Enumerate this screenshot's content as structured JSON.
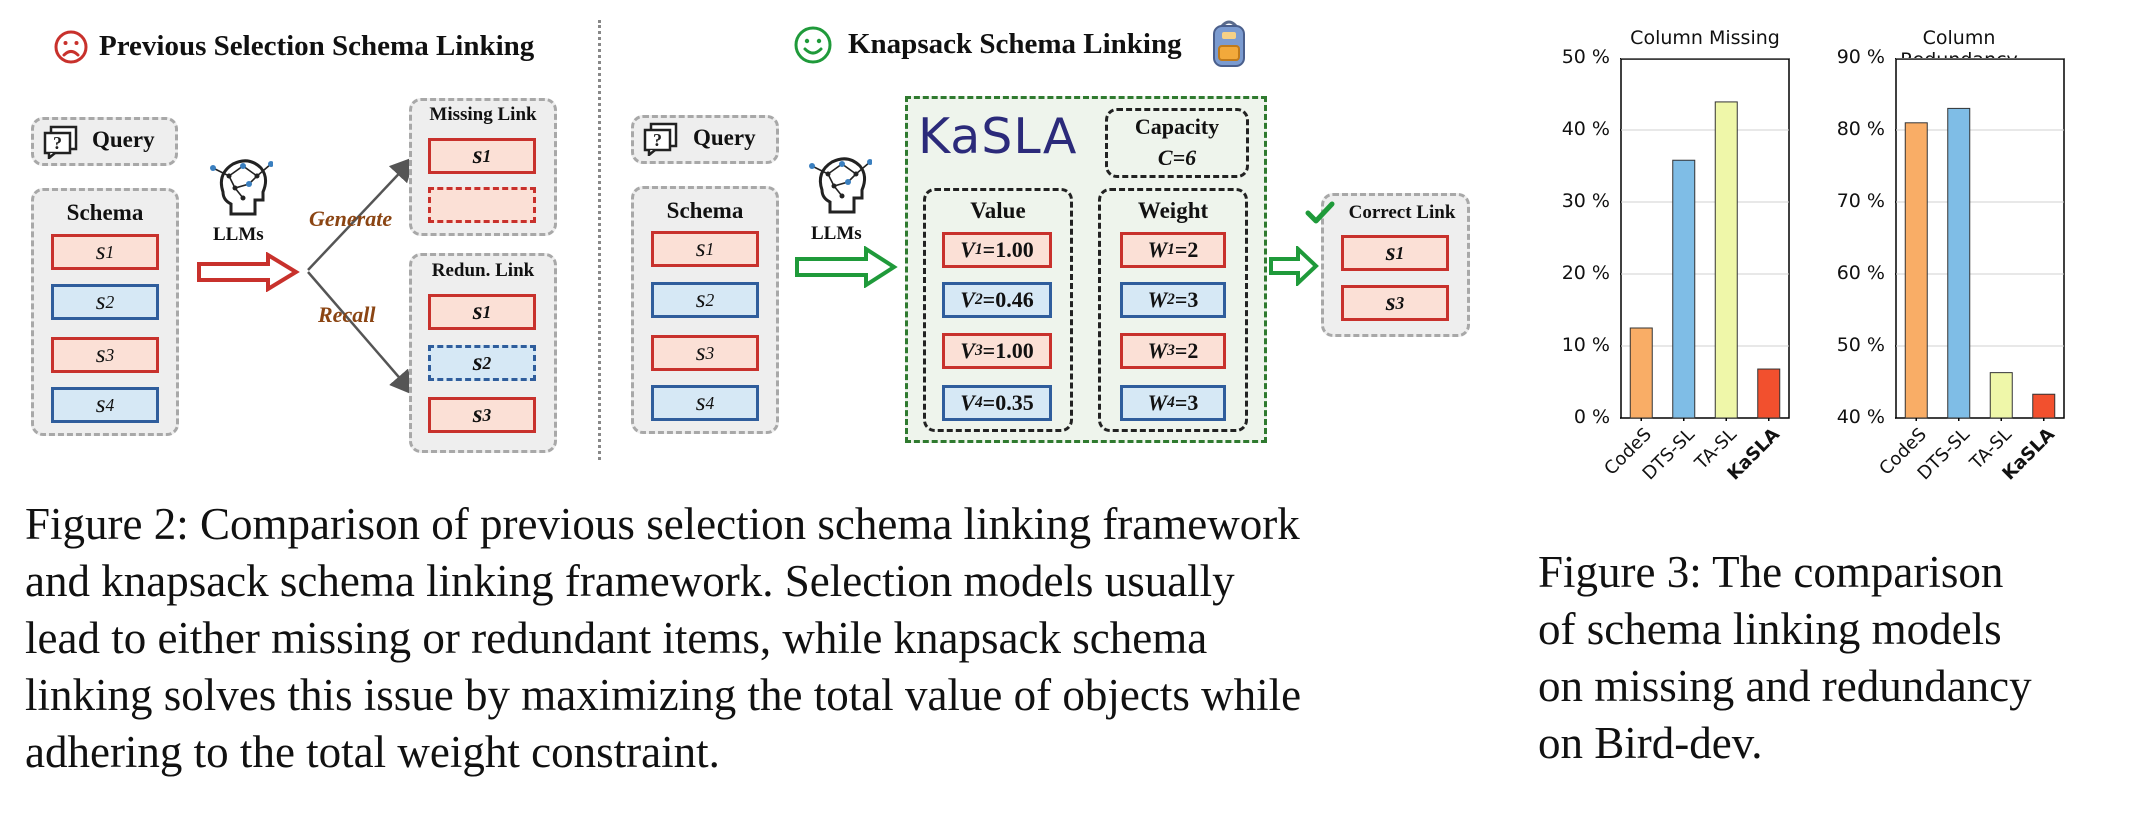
{
  "left_diagram": {
    "title": "Previous Selection Schema Linking",
    "query_label": "Query",
    "schema_label": "Schema",
    "schema_items": [
      "s",
      "s",
      "s",
      "s"
    ],
    "schema_subscripts": [
      "1",
      "2",
      "3",
      "4"
    ],
    "llms_label": "LLMs",
    "generate_label": "Generate",
    "recall_label": "Recall",
    "missing_link_label": "Missing Link",
    "missing_items": [
      "s",
      ""
    ],
    "missing_subscripts": [
      "1",
      ""
    ],
    "redun_link_label": "Redun. Link",
    "redun_items": [
      "s",
      "s",
      "s"
    ],
    "redun_subscripts": [
      "1",
      "2",
      "3"
    ]
  },
  "right_diagram": {
    "title": "Knapsack Schema Linking",
    "query_label": "Query",
    "schema_label": "Schema",
    "schema_items": [
      "s",
      "s",
      "s",
      "s"
    ],
    "schema_subscripts": [
      "1",
      "2",
      "3",
      "4"
    ],
    "llms_label": "LLMs",
    "kasla_logo": "KaSLA",
    "capacity_label": "Capacity",
    "capacity_value": "C=6",
    "value_label": "Value",
    "values": [
      {
        "v": "V",
        "sub": "1",
        "rest": "=1.00"
      },
      {
        "v": "V",
        "sub": "2",
        "rest": "=0.46"
      },
      {
        "v": "V",
        "sub": "3",
        "rest": "=1.00"
      },
      {
        "v": "V",
        "sub": "4",
        "rest": "=0.35"
      }
    ],
    "weight_label": "Weight",
    "weights": [
      {
        "w": "W",
        "sub": "1",
        "rest": "=2"
      },
      {
        "w": "W",
        "sub": "2",
        "rest": "=3"
      },
      {
        "w": "W",
        "sub": "3",
        "rest": "=2"
      },
      {
        "w": "W",
        "sub": "4",
        "rest": "=3"
      }
    ],
    "correct_link_label": "Correct Link",
    "correct_items": [
      "s",
      "s"
    ],
    "correct_subscripts": [
      "1",
      "3"
    ]
  },
  "figure2_caption": [
    "Figure 2: Comparison of previous selection schema linking framework",
    "and knapsack schema linking framework.  Selection models usually",
    "lead to either missing or redundant items, while knapsack schema",
    "linking solves this issue by maximizing the total value of objects while",
    "adhering to the total weight constraint."
  ],
  "figure3_caption": [
    "Figure 3:  The comparison",
    "of schema linking models",
    "on missing and redundancy",
    "on Bird-dev."
  ],
  "colors": {
    "codes": "#f9ad66",
    "dtssl": "#7fbde6",
    "tasl": "#eff7a9",
    "kasla": "#f2502e",
    "kasla_logo": "#2b2a7a"
  },
  "chart_data": [
    {
      "type": "bar",
      "title": "Column Missing",
      "categories": [
        "CodeS",
        "DTS-SL",
        "TA-SL",
        "KaSLA"
      ],
      "values": [
        12.5,
        35.8,
        43.9,
        6.8
      ],
      "ylim": [
        0,
        50
      ],
      "yticks": [
        0,
        10,
        20,
        30,
        40,
        50
      ],
      "ytick_labels": [
        "0 %",
        "10 %",
        "20 %",
        "30 %",
        "40 %",
        "50 %"
      ],
      "grid": true
    },
    {
      "type": "bar",
      "title": "Column Redundancy",
      "categories": [
        "CodeS",
        "DTS-SL",
        "TA-SL",
        "KaSLA"
      ],
      "values": [
        81.0,
        83.0,
        46.3,
        43.3
      ],
      "ylim": [
        40,
        90
      ],
      "yticks": [
        40,
        50,
        60,
        70,
        80,
        90
      ],
      "ytick_labels": [
        "40 %",
        "50 %",
        "60 %",
        "70 %",
        "80 %",
        "90 %"
      ],
      "grid": true
    }
  ]
}
